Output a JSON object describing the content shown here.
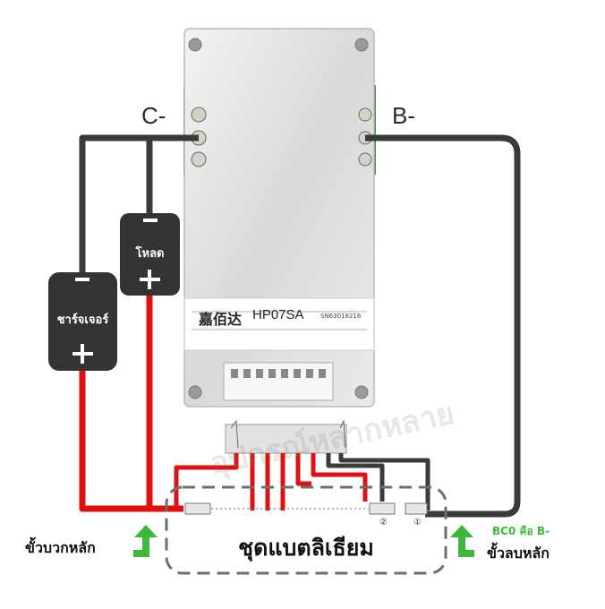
{
  "terminals": {
    "c_minus": "C-",
    "b_minus": "B-"
  },
  "board": {
    "brand": "嘉佰达",
    "model": "HP07SA",
    "serial": "SN63018216"
  },
  "charger": {
    "label": "ชาร์จเจอร์",
    "minus": "−",
    "plus": "+"
  },
  "load": {
    "label": "โหลด",
    "minus": "−",
    "plus": "+"
  },
  "battery_pack": {
    "label": "ชุดแบตลิเธียม",
    "cell_marker_1": "①",
    "cell_marker_2": "②"
  },
  "main_positive": "ขั้วบวกหลัก",
  "main_negative": "ขั้วลบหลัก",
  "bc0_note": "BC0 คือ B-",
  "watermark": "อุปกรณ์หลากหลาย",
  "colors": {
    "red_wire": "#e01010",
    "black_wire": "#3a3a3a",
    "green_arrow": "#3cb83c",
    "box_fill": "#333333"
  }
}
